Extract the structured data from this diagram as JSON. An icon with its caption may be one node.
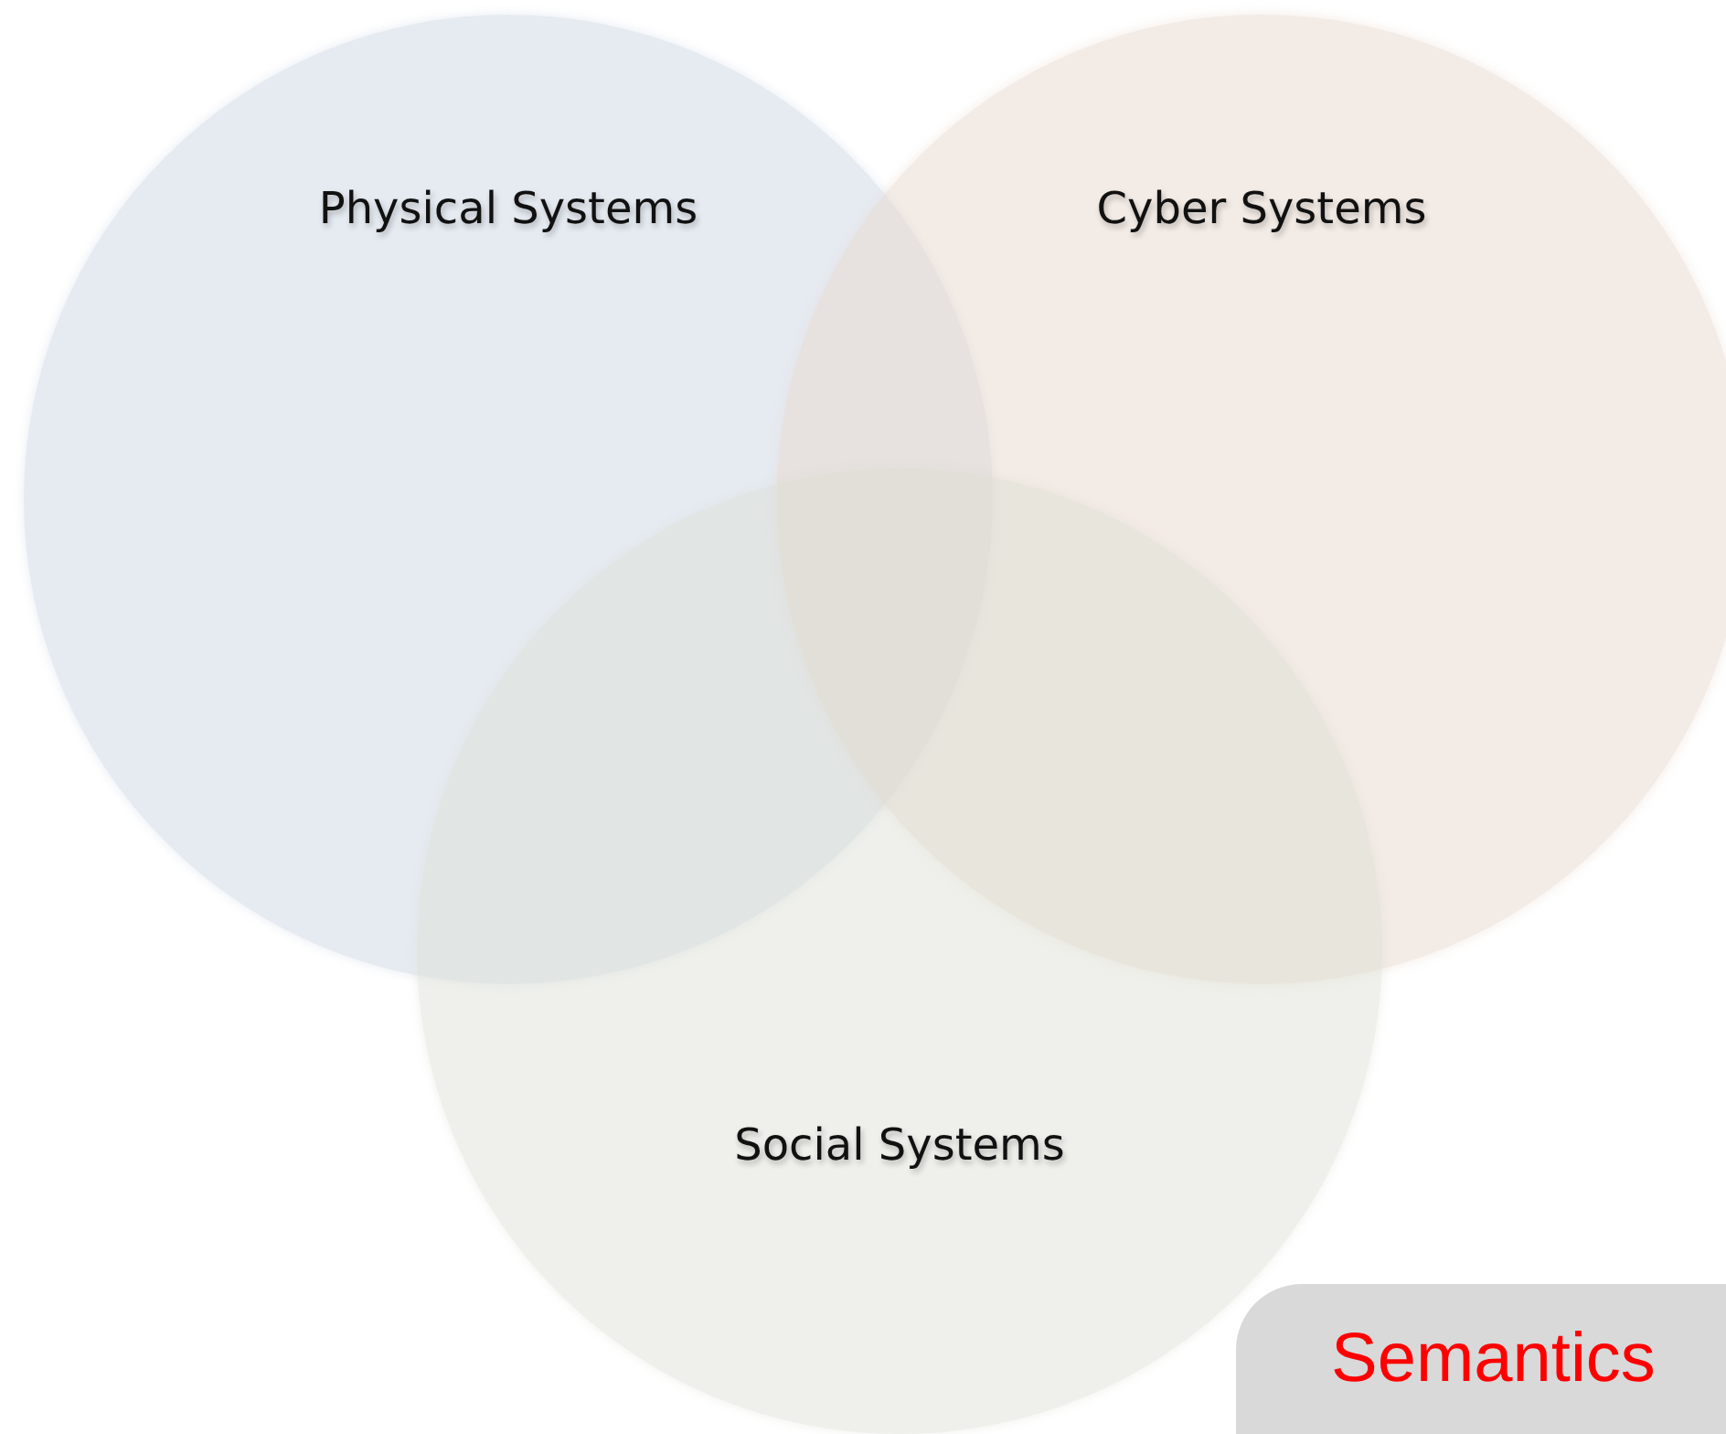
{
  "diagram": {
    "nodes": [
      {
        "text": [
          "Physical Systems"
        ]
      },
      {
        "text": [
          "Cyber Systems"
        ]
      },
      {
        "text": [
          "Social Systems"
        ]
      },
      {
        "text": [
          "Semantics"
        ]
      }
    ]
  }
}
